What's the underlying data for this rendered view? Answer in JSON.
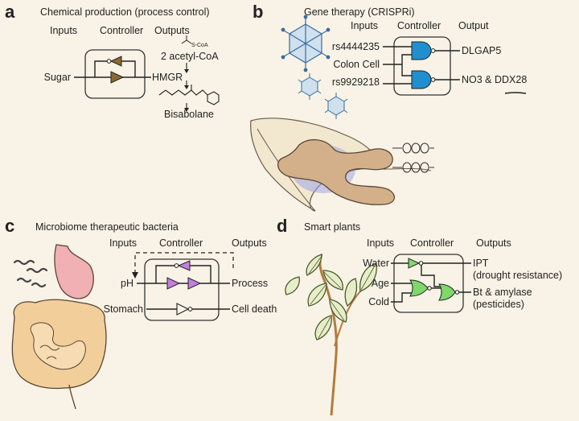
{
  "panels": {
    "a": {
      "letter": "a",
      "title": "Chemical production (process control)",
      "headers": {
        "inputs": "Inputs",
        "controller": "Controller",
        "outputs": "Outputs"
      },
      "input": "Sugar",
      "output": "HMGR",
      "intermediate": "2 acetyl-CoA",
      "scoa": "S-CoA",
      "product": "Bisabolane",
      "colors": {
        "gate": "#8a6a2e"
      }
    },
    "b": {
      "letter": "b",
      "title": "Gene therapy (CRISPRi)",
      "headers": {
        "inputs": "Inputs",
        "controller": "Controller",
        "outputs": "Output"
      },
      "inputs": [
        "rs4444235",
        "Colon Cell",
        "rs9929218"
      ],
      "outputs": [
        "DLGAP5",
        "NO3 & DDX28"
      ],
      "colors": {
        "gate": "#1f8fd0",
        "virus": "#3a6e9e",
        "cell": "#d4b08a",
        "glow": "#9fa6e8"
      }
    },
    "c": {
      "letter": "c",
      "title": "Microbiome therapeutic bacteria",
      "headers": {
        "inputs": "Inputs",
        "controller": "Controller",
        "outputs": "Outputs"
      },
      "inputs": [
        "pH",
        "Stomach"
      ],
      "outputs": [
        "Process",
        "Cell death"
      ],
      "colors": {
        "gate": "#c57ee0",
        "stomach": "#f0b0b4",
        "intestine": "#f2cf9a"
      }
    },
    "d": {
      "letter": "d",
      "title": "Smart plants",
      "headers": {
        "inputs": "Inputs",
        "controller": "Controller",
        "outputs": "Outputs"
      },
      "inputs": [
        "Water",
        "Age",
        "Cold"
      ],
      "outputs": [
        "IPT",
        "Bt & amylase"
      ],
      "output_notes": [
        "(drought resistance)",
        "(pesticides)"
      ],
      "colors": {
        "gate": "#7fd86a",
        "leaf": "#e8edc9",
        "stem": "#b57a3c"
      }
    }
  }
}
